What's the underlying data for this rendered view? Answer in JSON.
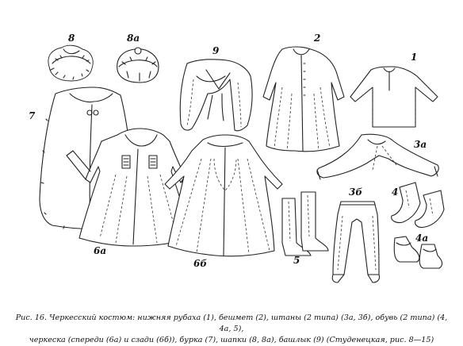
{
  "figure": {
    "labels": {
      "l1": "1",
      "l2": "2",
      "l3a": "3а",
      "l3b": "3б",
      "l4": "4",
      "l4a": "4а",
      "l5": "5",
      "l6a": "6а",
      "l6b": "6б",
      "l7": "7",
      "l8": "8",
      "l8a": "8а",
      "l9": "9"
    }
  },
  "caption": {
    "line1": "Рис. 16. Черкесский костюм: нижняя рубаха (1), бешмет (2), штаны (2 типа) (3а, 3б), обувь (2 типа) (4, 4а, 5),",
    "line2": "черкеска (спереди (6а) и сзади (6б)), бурка (7), шапки (8, 8а), башлык (9) (Студенецкая, рис. 8—15)"
  }
}
